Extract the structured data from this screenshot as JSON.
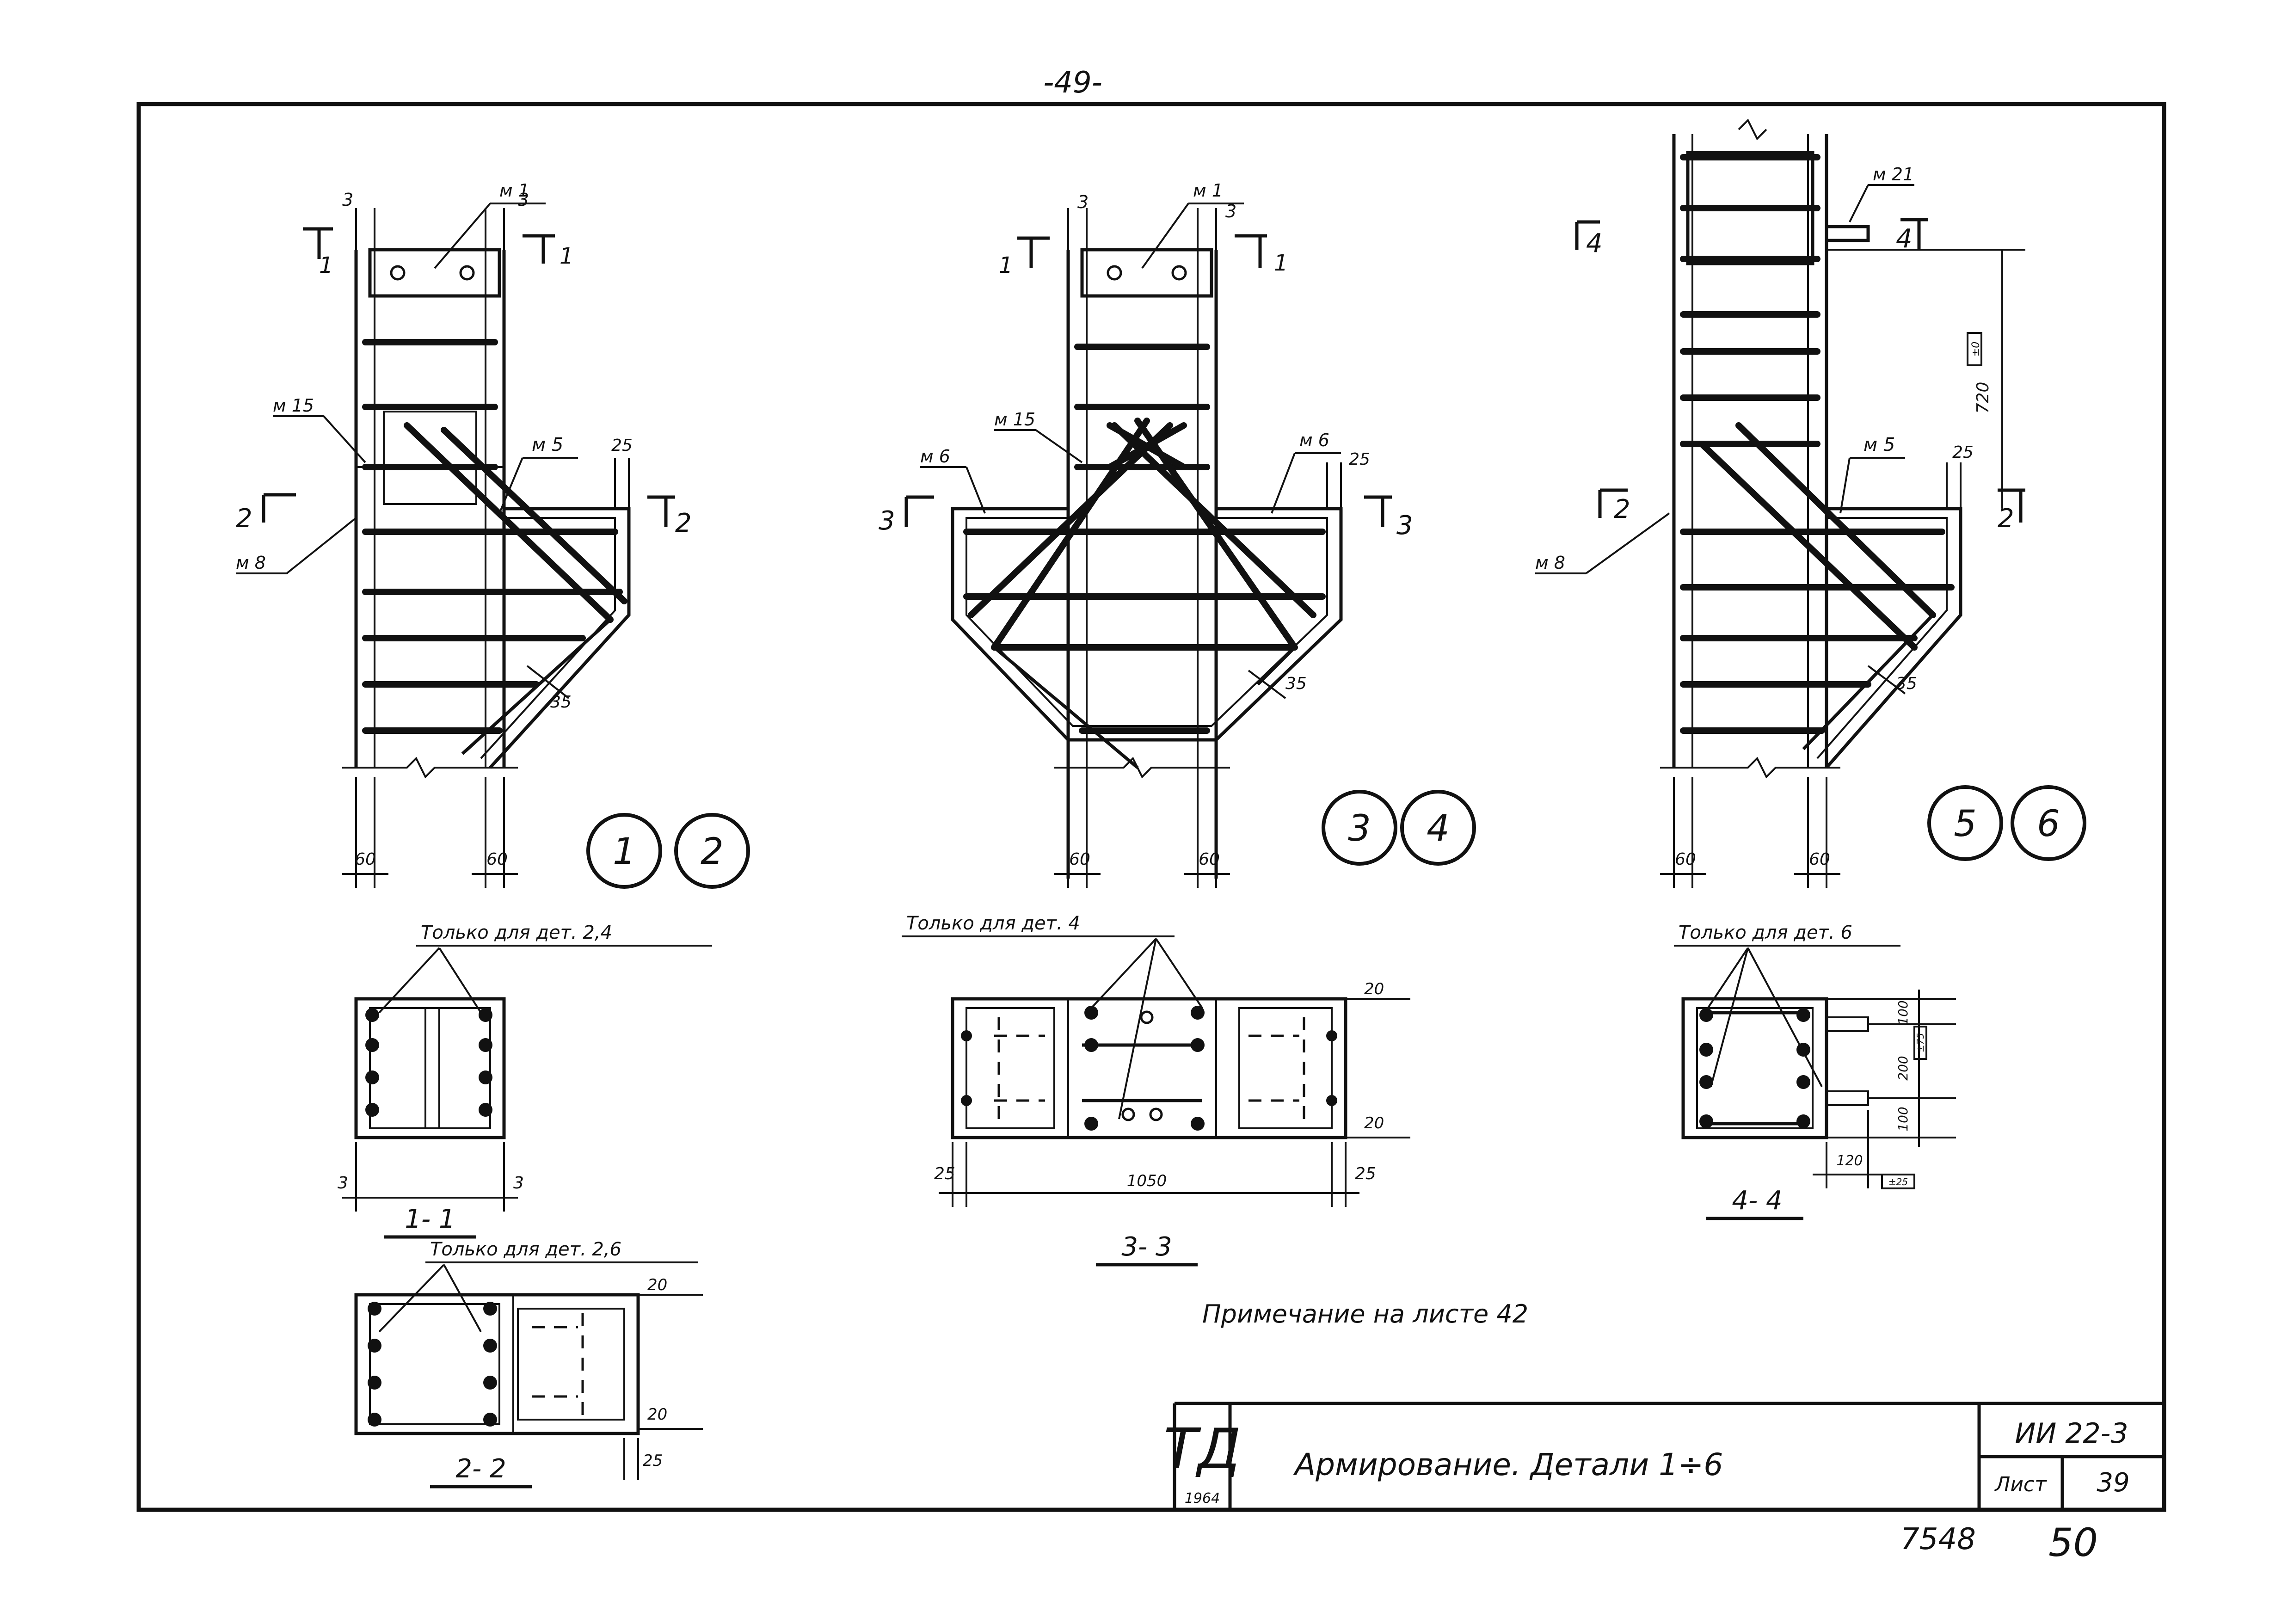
{
  "page_number_top": "-49-",
  "details": [
    {
      "numbers": [
        "1",
        "2"
      ],
      "labels": {
        "m1": "м 1",
        "m15": "м 15",
        "m5": "м 5",
        "m8": "м 8",
        "d25": "25",
        "d35": "35",
        "d60a": "60",
        "d60b": "60",
        "d3a": "3",
        "d3b": "3"
      },
      "cuts": {
        "c1a": "1",
        "c1b": "1",
        "c2a": "2",
        "c2b": "2"
      }
    },
    {
      "numbers": [
        "3",
        "4"
      ],
      "labels": {
        "m1": "м 1",
        "m15": "м 15",
        "m6a": "м 6",
        "m6b": "м 6",
        "d25": "25",
        "d35": "35",
        "d60a": "60",
        "d60b": "60",
        "d3a": "3",
        "d3b": "3"
      },
      "cuts": {
        "c1a": "1",
        "c1b": "1",
        "c3a": "3",
        "c3b": "3"
      }
    },
    {
      "numbers": [
        "5",
        "6"
      ],
      "labels": {
        "m21": "м 21",
        "m5": "м 5",
        "m8": "м 8",
        "d720": "720",
        "d25": "25",
        "d35": "35",
        "d60a": "60",
        "d60b": "60",
        "tag": "±0"
      },
      "cuts": {
        "c4a": "4",
        "c4b": "4",
        "c2a": "2",
        "c2b": "2"
      }
    }
  ],
  "sections": {
    "s11": {
      "title": "1- 1",
      "note": "Только для дет. 2,4",
      "d3a": "3",
      "d3b": "3"
    },
    "s22": {
      "title": "2- 2",
      "note": "Только для дет. 2,6",
      "d20a": "20",
      "d20b": "20",
      "d25": "25"
    },
    "s33": {
      "title": "3- 3",
      "note": "Только для дет. 4",
      "d20a": "20",
      "d20b": "20",
      "d25a": "25",
      "d25b": "25",
      "d1050": "1050"
    },
    "s44": {
      "title": "4- 4",
      "note": "Только для дет. 6",
      "d100a": "100",
      "d200": "200",
      "d100b": "100",
      "d120": "120",
      "tag1": "±75",
      "tag2": "±25"
    }
  },
  "note": "Примечание   на   листе 42",
  "title_block": {
    "logo": "ТД",
    "year": "1964",
    "title": "Армирование.  Детали  1÷6",
    "code": "ИИ 22-3",
    "sheet_label": "Лист",
    "sheet_number": "39"
  },
  "footer": {
    "left_number": "7548",
    "right_number": "50"
  }
}
